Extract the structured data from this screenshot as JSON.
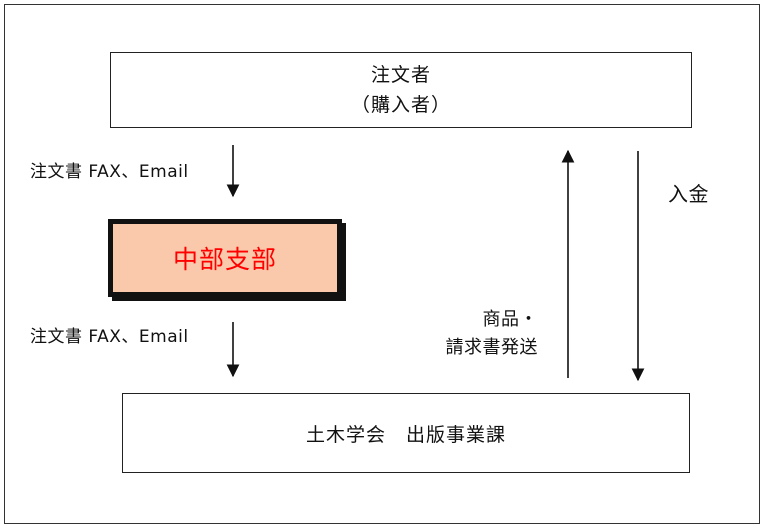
{
  "orderer": {
    "line1": "注文者",
    "line2": "（購入者）"
  },
  "branch": {
    "label": "中部支部"
  },
  "society": {
    "label": "土木学会　出版事業課"
  },
  "flows": {
    "order_to_branch": "注文書 FAX、Email",
    "branch_to_society": "注文書 FAX、Email",
    "goods_line1": "商品・",
    "goods_line2": "請求書発送",
    "payment": "入金"
  },
  "colors": {
    "branch_fill": "#fac8aa",
    "branch_text": "#ff0000"
  }
}
